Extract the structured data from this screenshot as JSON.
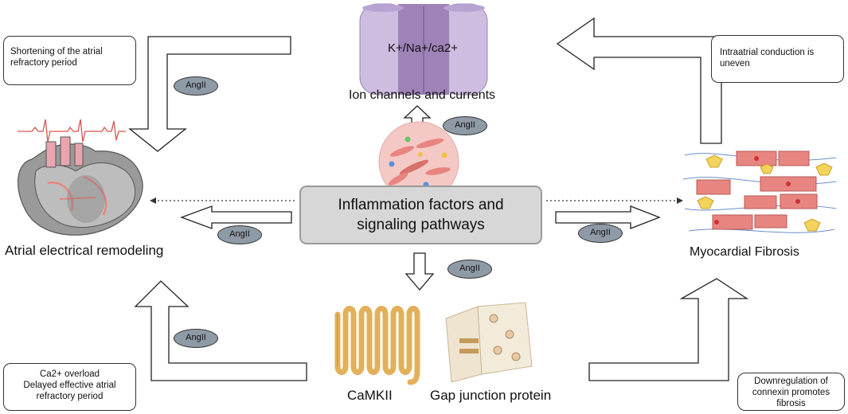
{
  "center": {
    "line1": "Inflammation factors and",
    "line2": "signaling pathways"
  },
  "ion_channel": {
    "text": "K+/Na+/ca2+",
    "title": "Ion channels and currents"
  },
  "nodes": {
    "atrial": "Atrial electrical remodeling",
    "fibrosis": "Myocardial Fibrosis",
    "camkii": "CaMKII",
    "gap": "Gap junction protein"
  },
  "notes": {
    "top_left": "Shortening of the atrial\nrefractory period",
    "top_right": "Intraatrial conduction is\nuneven",
    "bottom_left": "Ca2+ overload\nDelayed effective atrial\nrefractory period",
    "bottom_right": "Downregulation of\nconnexin promotes\nfibrosis"
  },
  "angii": "AngII",
  "colors": {
    "pill": "#8e9aa6",
    "center_box": "#d7d7d7",
    "ion_channel": "#c9b8dc",
    "ion_channel_core": "#9e82b8",
    "camkii": "#e3b05a",
    "gap_junction": "#efe4cf",
    "fibrosis_cell": "#e88580",
    "heart_wall": "#888888",
    "ecg": "#d9534f"
  }
}
